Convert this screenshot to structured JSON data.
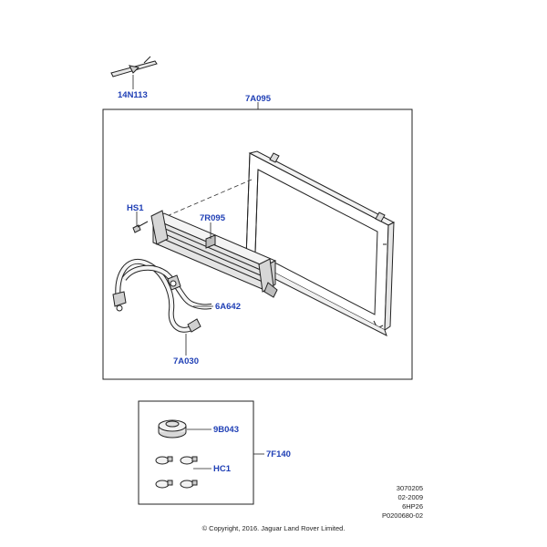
{
  "callouts": {
    "tie_strap": "14N113",
    "cooler_assembly": "7A095",
    "bolt": "HS1",
    "cooler_bracket": "7R095",
    "hose_outlet": "6A642",
    "hose_inlet": "7A030",
    "filler_cap": "9B043",
    "kit": "7F140",
    "hose_clips": "HC1"
  },
  "meta": {
    "code": "3070205",
    "date": "02-2009",
    "transmission": "6HP26",
    "illustration_id": "P0200680-02"
  },
  "copyright": "© Copyright, 2016. Jaguar Land Rover Limited.",
  "colors": {
    "callout": "#1f3fb5",
    "line": "#222222"
  }
}
